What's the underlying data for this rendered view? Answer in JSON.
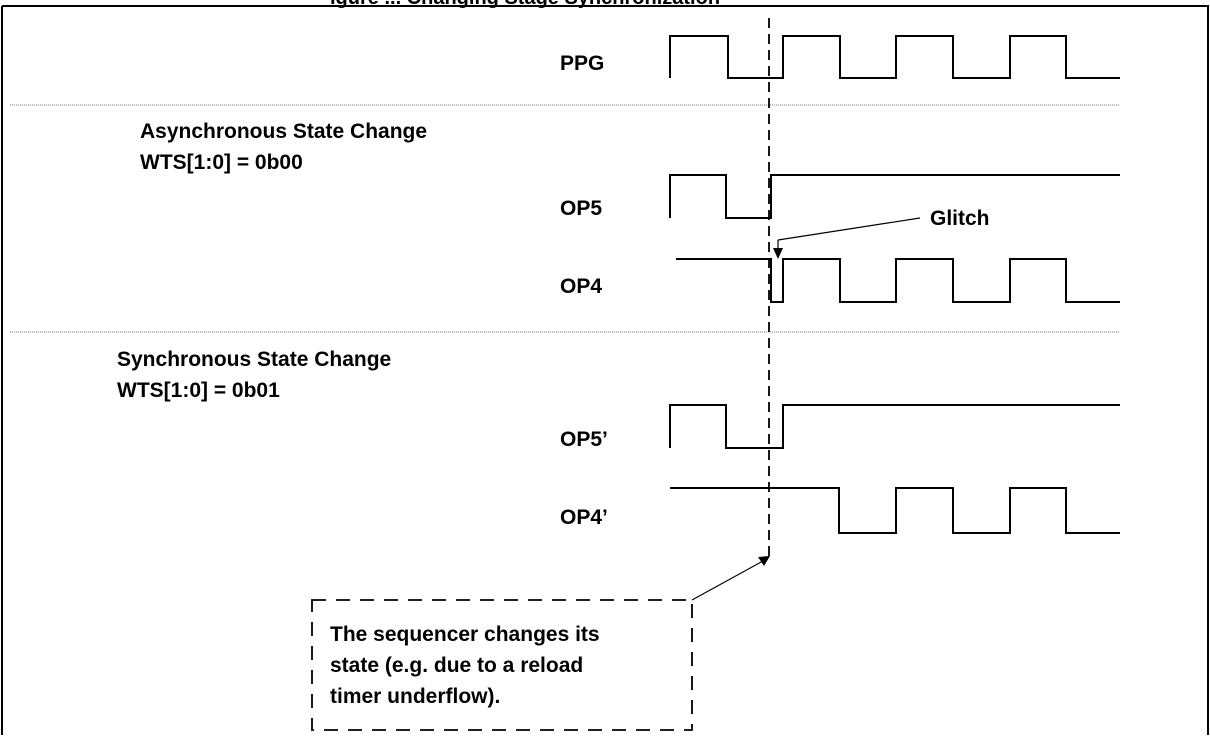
{
  "figure": {
    "title_fragment": "igure ... Changing Stage Synchronization"
  },
  "sections": {
    "async": {
      "line1": "Asynchronous State Change",
      "line2": "WTS[1:0] = 0b00"
    },
    "sync": {
      "line1": "Synchronous State Change",
      "line2": "WTS[1:0] = 0b01"
    }
  },
  "signals": {
    "ppg": "PPG",
    "op5": "OP5",
    "op4": "OP4",
    "op5p": "OP5’",
    "op4p": "OP4’"
  },
  "annotations": {
    "glitch": "Glitch",
    "note_line1": "The sequencer changes its",
    "note_line2": "state (e.g. due to a reload",
    "note_line3": "timer underflow)."
  }
}
